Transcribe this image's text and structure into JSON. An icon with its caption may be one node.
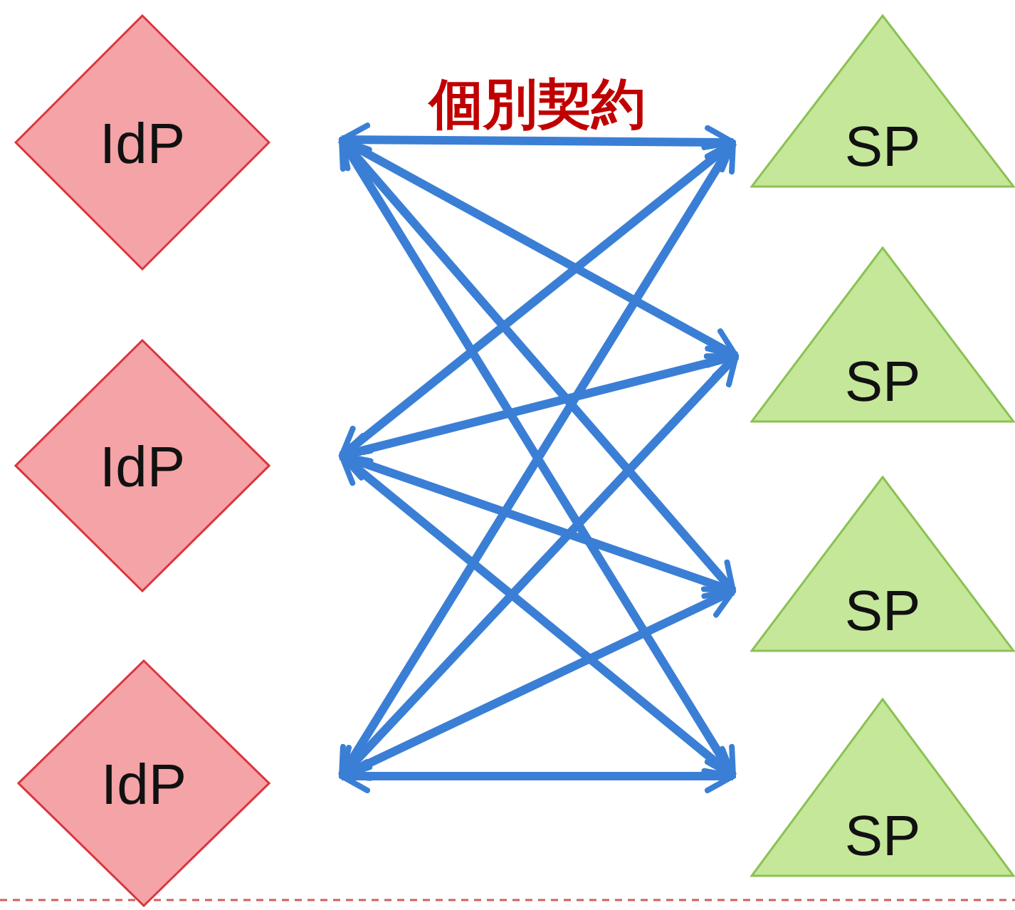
{
  "diagram": {
    "nodes": [
      {
        "text": [
          "IdP"
        ]
      },
      {
        "text": [
          "IdP"
        ]
      },
      {
        "text": [
          "IdP"
        ]
      },
      {
        "text": [
          "SP"
        ]
      },
      {
        "text": [
          "SP"
        ]
      },
      {
        "text": [
          "SP"
        ]
      },
      {
        "text": [
          "SP"
        ]
      }
    ],
    "edges": [
      {
        "from": 0,
        "to": 3,
        "arrow": "both",
        "label": "個別契約"
      },
      {
        "from": 0,
        "to": 4,
        "arrow": "both"
      },
      {
        "from": 0,
        "to": 5,
        "arrow": "both"
      },
      {
        "from": 0,
        "to": 6,
        "arrow": "both"
      },
      {
        "from": 1,
        "to": 3,
        "arrow": "both"
      },
      {
        "from": 1,
        "to": 4,
        "arrow": "both"
      },
      {
        "from": 1,
        "to": 5,
        "arrow": "both"
      },
      {
        "from": 1,
        "to": 6,
        "arrow": "both"
      },
      {
        "from": 2,
        "to": 3,
        "arrow": "both"
      },
      {
        "from": 2,
        "to": 4,
        "arrow": "both"
      },
      {
        "from": 2,
        "to": 5,
        "arrow": "both"
      },
      {
        "from": 2,
        "to": 6,
        "arrow": "both"
      }
    ]
  }
}
